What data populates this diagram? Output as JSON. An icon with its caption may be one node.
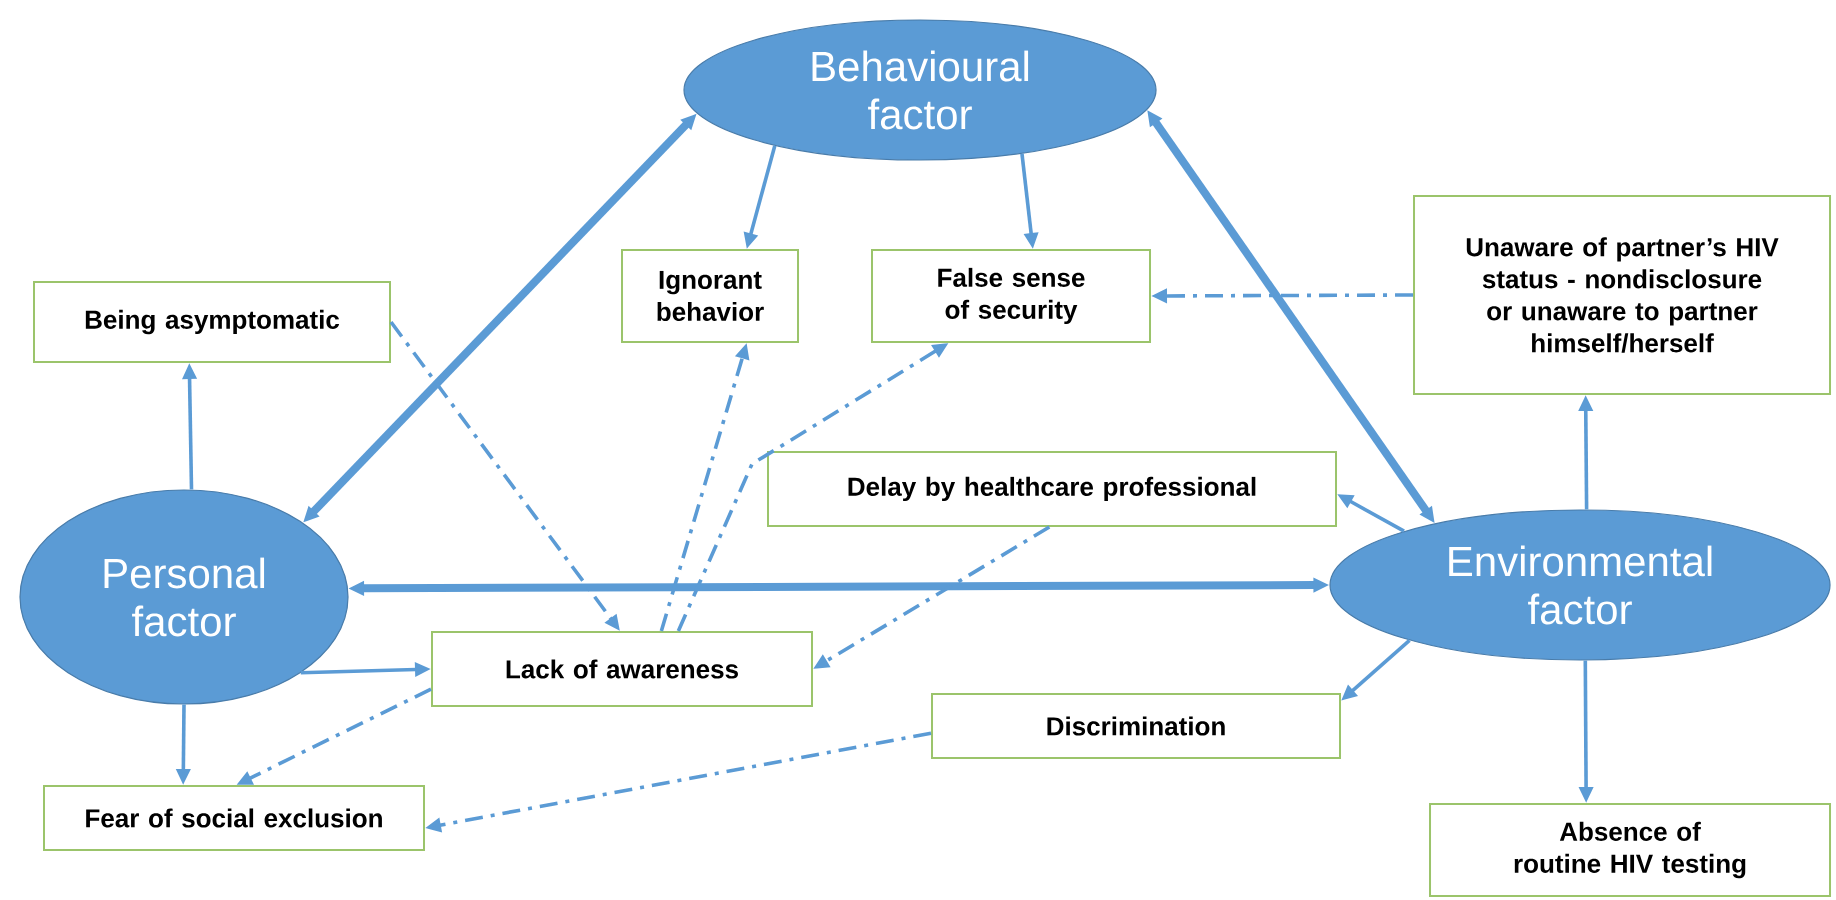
{
  "diagram": {
    "nodes": [
      {
        "text": [
          "Behavioural factor"
        ]
      },
      {
        "text": [
          "Being asymptomatic"
        ]
      },
      {
        "text": [
          "Ignorant behavior"
        ]
      },
      {
        "text": [
          "False sense of security"
        ]
      },
      {
        "text": [
          "Unaware of partner’s HIV status - nondisclosure or unaware to partner himself/herself"
        ]
      },
      {
        "text": [
          "Delay by healthcare professional"
        ]
      },
      {
        "text": [
          "Personal factor"
        ]
      },
      {
        "text": [
          "Environmental factor"
        ]
      },
      {
        "text": [
          "Lack of awareness"
        ]
      },
      {
        "text": [
          "Discrimination"
        ]
      },
      {
        "text": [
          "Fear of social exclusion"
        ]
      },
      {
        "text": [
          "Absence of routine HIV testing"
        ]
      }
    ],
    "edges": [
      {
        "from": 6,
        "to": 0,
        "arrow": "both",
        "style": "thick"
      },
      {
        "from": 0,
        "to": 7,
        "arrow": "both",
        "style": "thick"
      },
      {
        "from": 6,
        "to": 7,
        "arrow": "both",
        "style": "thick"
      },
      {
        "from": 0,
        "to": 2,
        "arrow": "to"
      },
      {
        "from": 0,
        "to": 3,
        "arrow": "to"
      },
      {
        "from": 6,
        "to": 1,
        "arrow": "to"
      },
      {
        "from": 6,
        "to": 8,
        "arrow": "to"
      },
      {
        "from": 6,
        "to": 10,
        "arrow": "to"
      },
      {
        "from": 7,
        "to": 4,
        "arrow": "to"
      },
      {
        "from": 7,
        "to": 5,
        "arrow": "to"
      },
      {
        "from": 7,
        "to": 9,
        "arrow": "to"
      },
      {
        "from": 7,
        "to": 11,
        "arrow": "to"
      },
      {
        "from": 1,
        "to": 8,
        "arrow": "to",
        "style": "dashed"
      },
      {
        "from": 8,
        "to": 2,
        "arrow": "to",
        "style": "dashed"
      },
      {
        "from": 8,
        "to": 3,
        "arrow": "to",
        "style": "dashed"
      },
      {
        "from": 4,
        "to": 3,
        "arrow": "to",
        "style": "dashed"
      },
      {
        "from": 5,
        "to": 8,
        "arrow": "to",
        "style": "dashed"
      },
      {
        "from": 8,
        "to": 10,
        "arrow": "to",
        "style": "dashed"
      },
      {
        "from": 9,
        "to": 10,
        "arrow": "to",
        "style": "dashed"
      }
    ]
  }
}
